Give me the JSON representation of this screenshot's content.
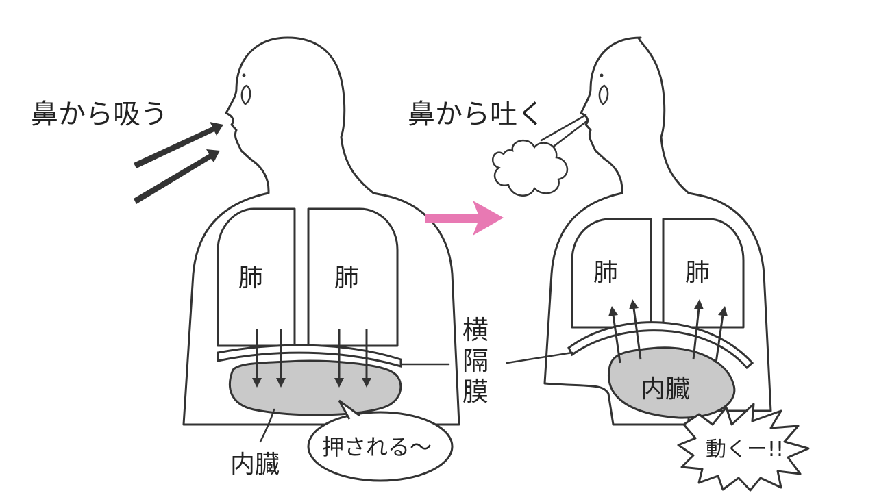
{
  "left_panel": {
    "label_inhale": "鼻から吸う",
    "lung_left": "肺",
    "lung_right": "肺",
    "organ_label": "内臓",
    "bubble_text": "押される〜"
  },
  "right_panel": {
    "label_exhale": "鼻から吐く",
    "lung_left": "肺",
    "lung_right": "肺",
    "organ_label": "内臓",
    "bubble_text": "動くー!!"
  },
  "center": {
    "diaphragm_label": "横\n隔\n膜",
    "diaphragm_chars": [
      "横",
      "隔",
      "膜"
    ]
  },
  "colors": {
    "transition_arrow": "#e879b3",
    "organ_fill": "#c9c9c9",
    "line": "#333333"
  }
}
